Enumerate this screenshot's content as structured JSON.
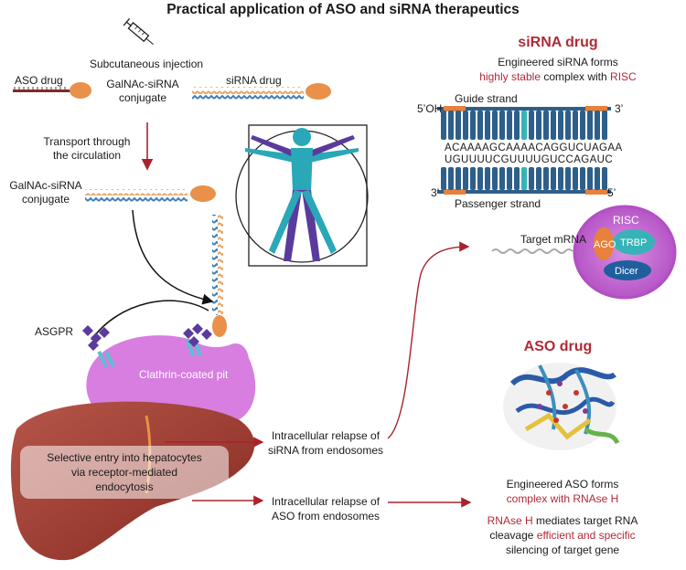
{
  "title": "Practical application of ASO and siRNA therapeutics",
  "left": {
    "injection_label": "Subcutaneous injection",
    "aso_drug_label": "ASO drug",
    "sirna_drug_label": "siRNA drug",
    "galnac_conjugate_top_line1": "GalNAc-siRNA",
    "galnac_conjugate_top_line2": "conjugate",
    "transport_line1": "Transport through",
    "transport_line2": "the circulation",
    "galnac_conjugate_mid_line1": "GalNAc-siRNA",
    "galnac_conjugate_mid_line2": "conjugate",
    "asgpr_label": "ASGPR",
    "pit_label": "Clathrin-coated pit",
    "liver_line1": "Selective entry into hepatocytes",
    "liver_line2": "via receptor-mediated",
    "liver_line3": "endocytosis"
  },
  "middle": {
    "sirna_release_line1": "Intracellular relapse of",
    "sirna_release_line2": "siRNA from endosomes",
    "aso_release_line1": "Intracellular relapse of",
    "aso_release_line2": "ASO from endosomes"
  },
  "sirna_panel": {
    "heading": "siRNA drug",
    "desc_line1": "Engineered siRNA forms",
    "desc_line2_highlight": "highly stable",
    "desc_line2_rest": " complex with ",
    "desc_line2_risc": "RISC",
    "guide_label": "Guide strand",
    "five_oh": "5’OH",
    "three_top": "3’",
    "seq_top": "ACAAAAGCAAAACAGGUCUAGAA",
    "seq_bottom": "UGUUUUCGUUUUGUCCAGAUC",
    "three_bottom": "3’",
    "five_bottom": "5’",
    "passenger_label": "Passenger strand",
    "target_mrna_label": "Target mRNA",
    "risc_label": "RISC",
    "ago_label": "AGO",
    "trbp_label": "TRBP",
    "dicer_label": "Dicer"
  },
  "aso_panel": {
    "heading": "ASO drug",
    "desc1_line1": "Engineered ASO forms",
    "desc1_line2": "complex with RNAse H",
    "desc2_line1_highlight": "RNAse H",
    "desc2_line1_rest": " mediates target RNA",
    "desc2_line2_rest": "cleavage ",
    "desc2_line2_highlight": "efficient and specific",
    "desc2_line3": "silencing of target gene"
  },
  "colors": {
    "accent_red": "#b02a37",
    "arrow_red": "#a8232c",
    "rna_blue": "#2e5f8a",
    "rna_orange": "#e7813b",
    "galnac": "#e9914a",
    "pit": "#d77ee0",
    "risc": "#c15fd0",
    "liver": "#a9463b"
  }
}
